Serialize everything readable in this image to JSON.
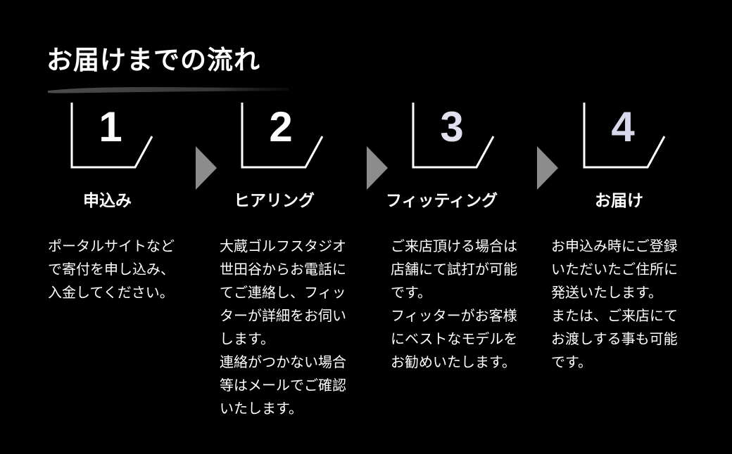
{
  "title": "お届けまでの流れ",
  "steps": [
    {
      "number": "1",
      "title": "申込み",
      "description": "ポータルサイトなど\nで寄付を申し込み、\n入金してください。"
    },
    {
      "number": "2",
      "title": "ヒアリング",
      "description": "大蔵ゴルフスタジオ\n世田谷からお電話に\nてご連絡し、フィッ\nターが詳細をお伺い\nします。\n連絡がつかない場合\n等はメールでご確認\nいたします。"
    },
    {
      "number": "3",
      "title": "フィッティング",
      "description": "ご来店頂ける場合は\n店舗にて試打が可能\nです。\nフィッターがお客様\nにベストなモデルを\nお勧めいたします。"
    },
    {
      "number": "4",
      "title": "お届け",
      "description": "お申込み時にご登録\nいただいたご住所に\n発送いたします。\nまたは、ご来店にて\nお渡しする事も可能\nです。"
    }
  ],
  "colors": {
    "background": "#000000",
    "text": "#ffffff",
    "arrow": "#8c8c8c",
    "number_3": "#e0e0ef",
    "number_4": "#d8d8ec"
  }
}
